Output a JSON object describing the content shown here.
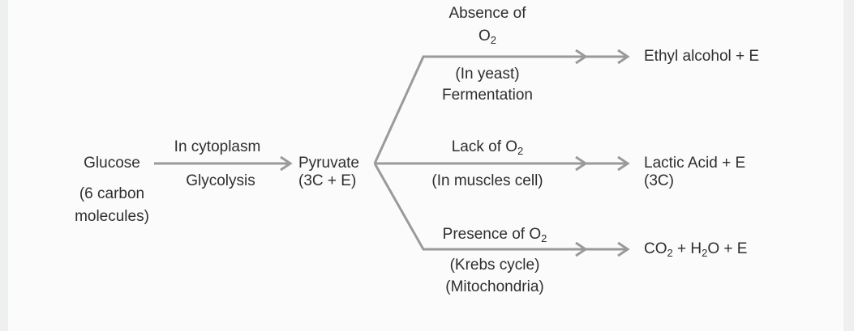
{
  "glucose": {
    "line1": "Glucose",
    "line2": "(6 carbon",
    "line3": "molecules)"
  },
  "glycolysis": {
    "above": "In cytoplasm",
    "below": "Glycolysis"
  },
  "pyruvate": {
    "line1": "Pyruvate",
    "line2": "(3C + E)"
  },
  "branches": [
    {
      "above1": "Absence of",
      "above2_base": "O",
      "above2_sub": "2",
      "below1": "(In yeast)",
      "below2": "Fermentation",
      "product": "Ethyl alcohol + E"
    },
    {
      "above_base": "Lack of O",
      "above_sub": "2",
      "below1": "(In muscles cell)",
      "product1": "Lactic Acid + E",
      "product2": "(3C)"
    },
    {
      "above_base": "Presence of O",
      "above_sub": "2",
      "below1": "(Krebs cycle)",
      "below2": "(Mitochondria)",
      "product_a": "CO",
      "product_a_sub": "2",
      "product_b": " + H",
      "product_b_sub": "2",
      "product_c": "O + E"
    }
  ]
}
